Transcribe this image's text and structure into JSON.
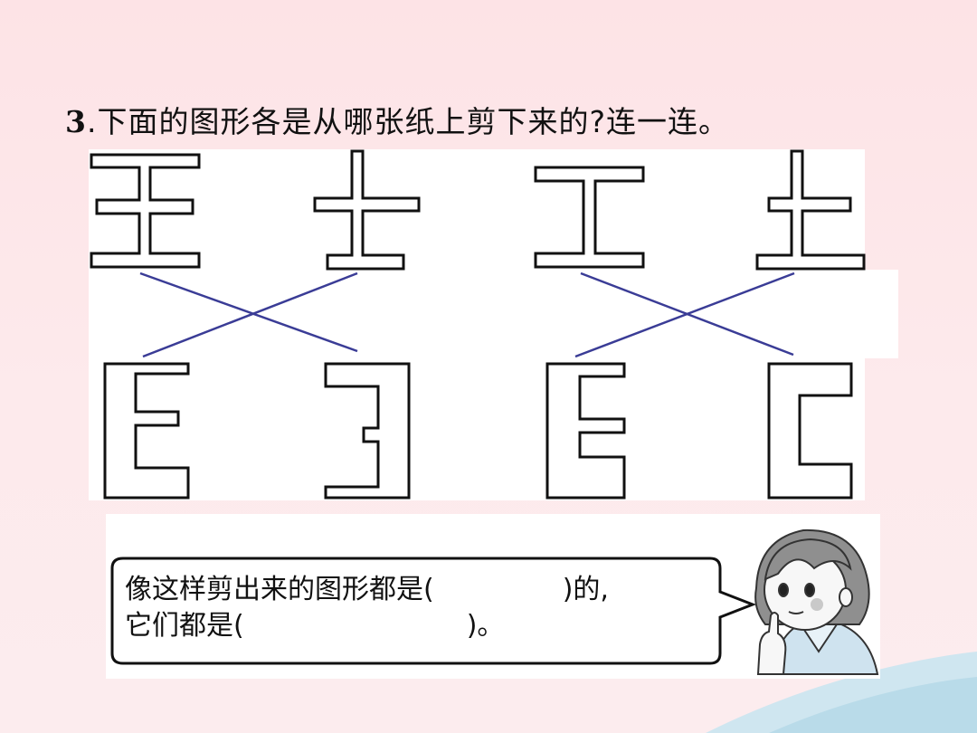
{
  "question": {
    "number": "3",
    "text": ".下面的图形各是从哪张纸上剪下来的?连一连。"
  },
  "speech": {
    "line1_start": "像这样剪出来的图形都是(",
    "line1_end": ")的,",
    "line2_start": "它们都是(",
    "line2_end": ")。"
  },
  "colors": {
    "connector_line": "#3a3c96",
    "shape_stroke": "#111111"
  },
  "icons": [
    "girl-character-illustration"
  ]
}
